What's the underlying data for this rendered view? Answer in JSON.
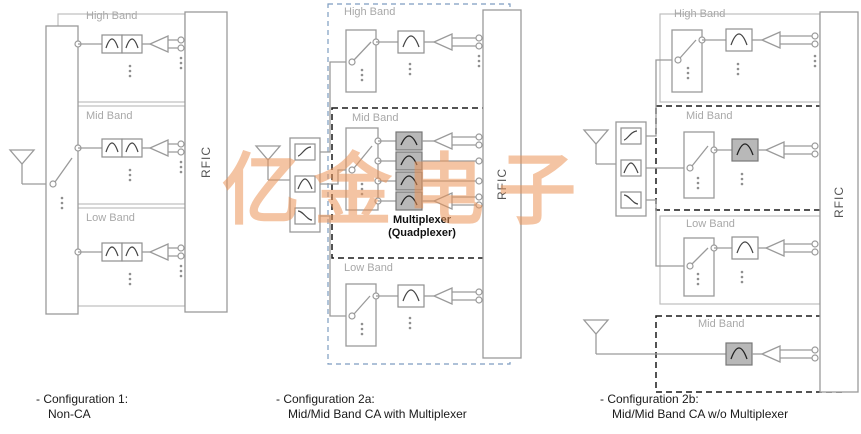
{
  "watermark": {
    "text": "亿金电子",
    "color": "#eb9358"
  },
  "diagram": {
    "config1": {
      "bands": {
        "high": "High Band",
        "mid": "Mid Band",
        "low": "Low Band"
      },
      "rfic": "RFIC",
      "caption": {
        "line1": "- Configuration 1:",
        "line2": "Non-CA"
      }
    },
    "config2a": {
      "bands": {
        "high": "High Band",
        "mid": "Mid Band",
        "low": "Low Band"
      },
      "multiplexer": {
        "line1": "Multiplexer",
        "line2": "(Quadplexer)"
      },
      "rfic": "RFIC",
      "caption": {
        "line1": "- Configuration 2a:",
        "line2": "Mid/Mid Band CA with Multiplexer"
      }
    },
    "config2b": {
      "bands": {
        "high": "High Band",
        "mid_top": "Mid Band",
        "low": "Low Band",
        "mid_bottom": "Mid Band"
      },
      "rfic": "RFIC",
      "caption": {
        "line1": "- Configuration 2b:",
        "line2": "Mid/Mid Band CA w/o Multiplexer"
      }
    },
    "colors": {
      "wire": "#9a9a9a",
      "band_label": "#a8a8a8",
      "black_dashed": "#1a1a1a",
      "blue_dashed": "#7d9cc0",
      "gray_filter_fill": "#b8b8b8"
    }
  }
}
